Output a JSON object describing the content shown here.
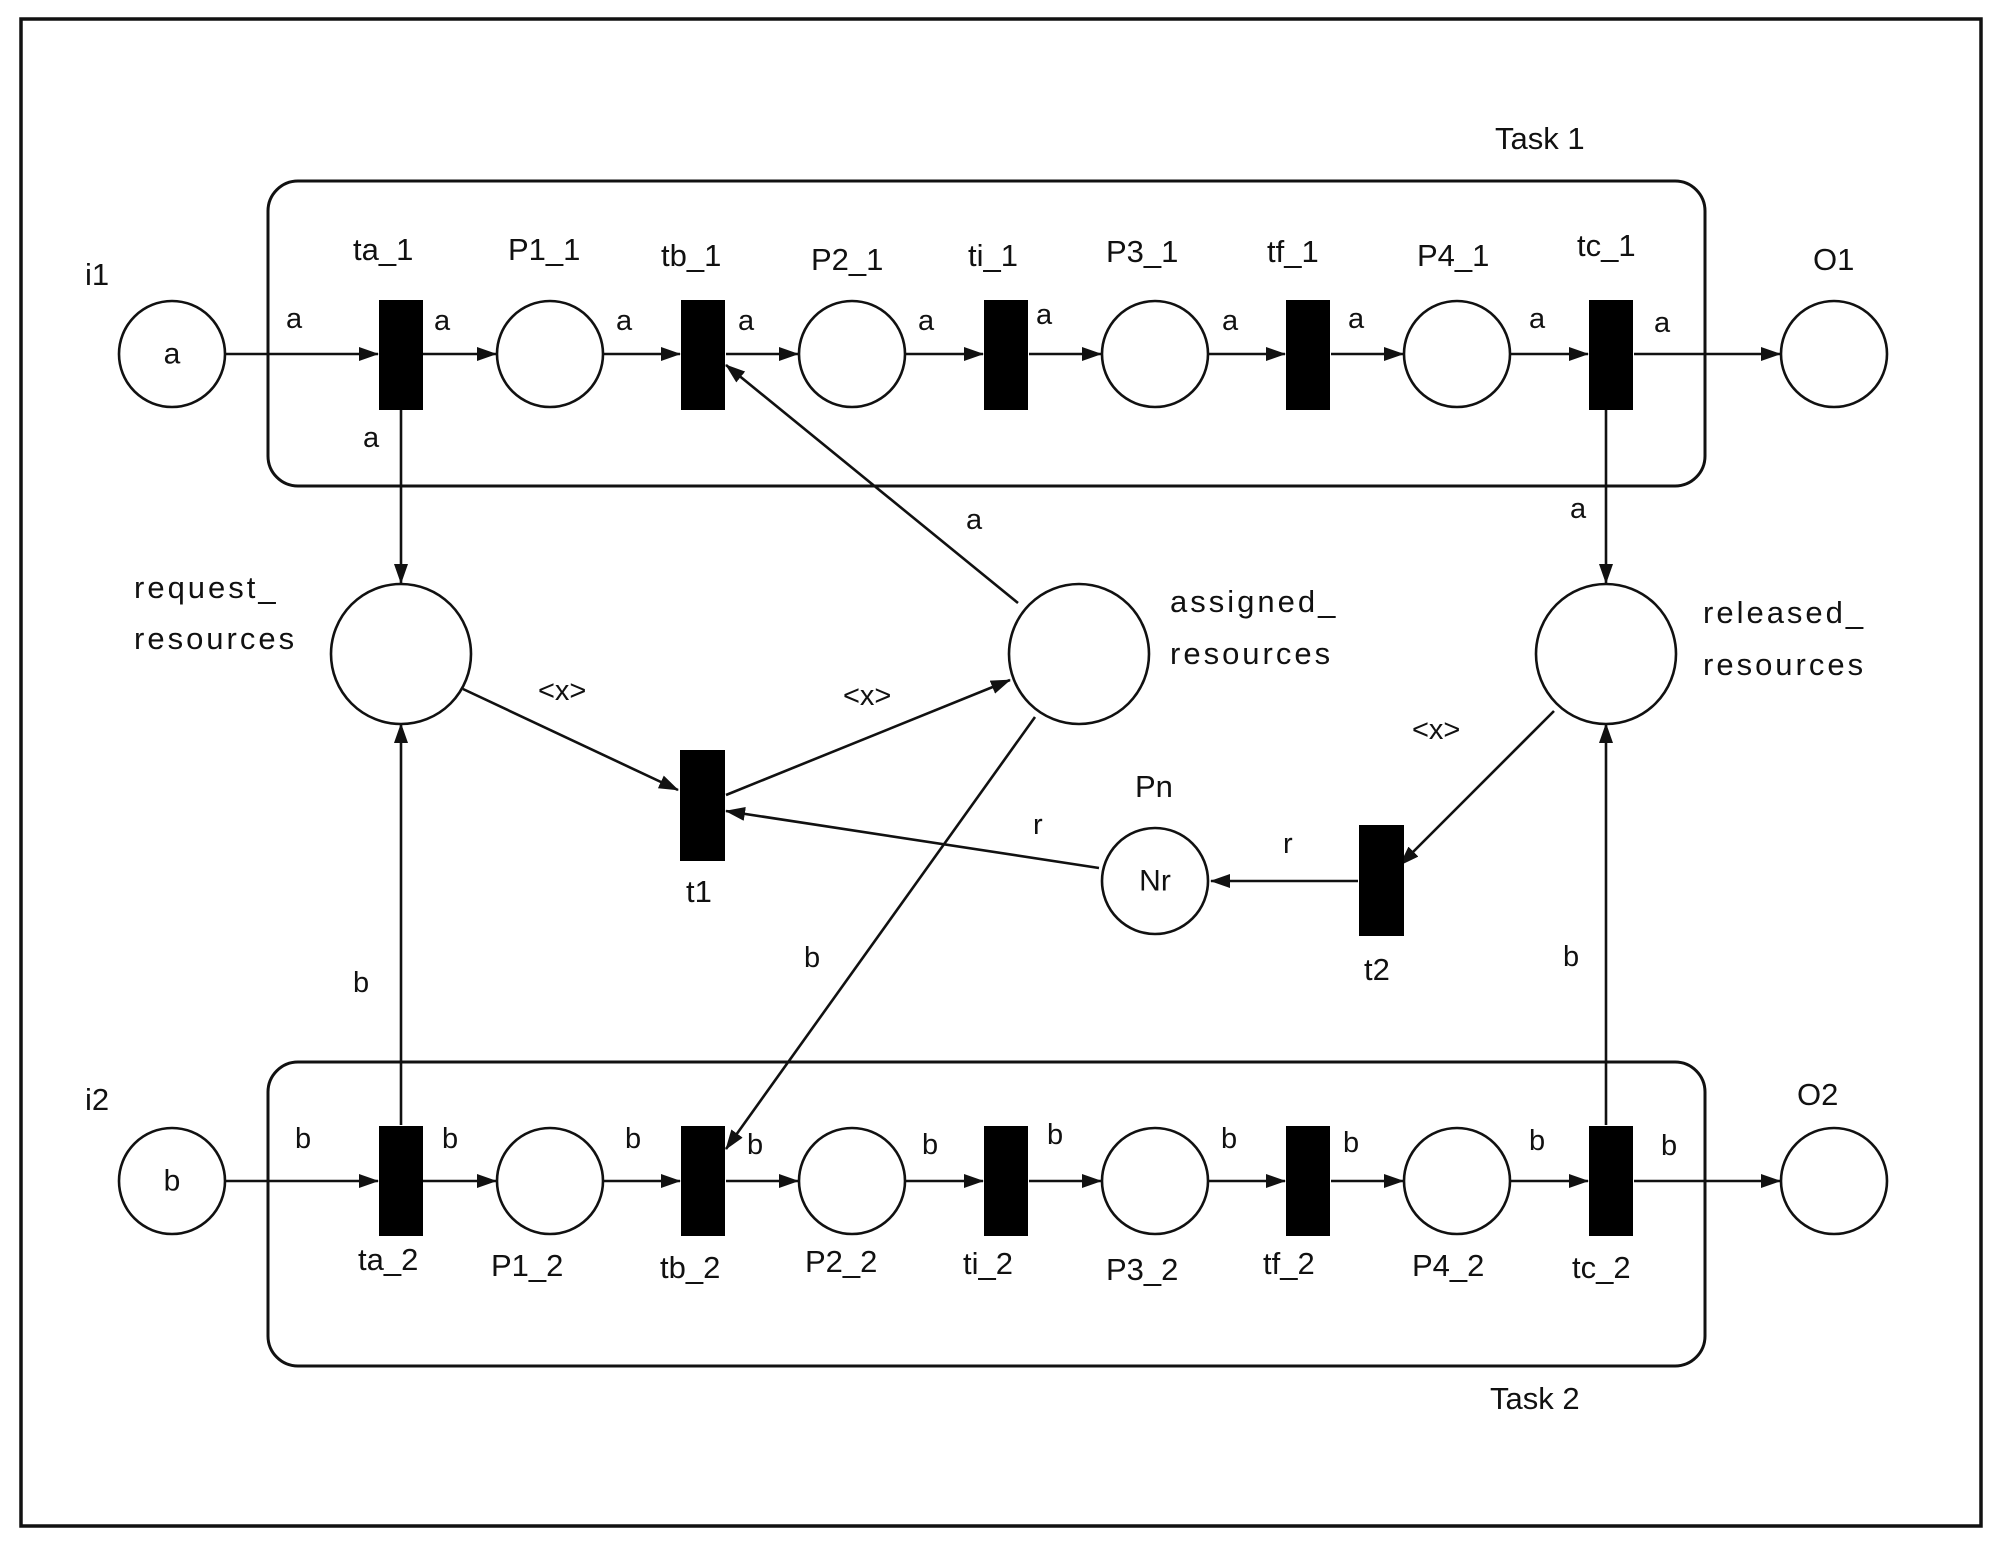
{
  "task1": {
    "label": "Task 1"
  },
  "task2": {
    "label": "Task 2"
  },
  "places": {
    "i1": {
      "label": "i1",
      "token": "a"
    },
    "p1_1": {
      "label": "P1_1"
    },
    "p2_1": {
      "label": "P2_1"
    },
    "p3_1": {
      "label": "P3_1"
    },
    "p4_1": {
      "label": "P4_1"
    },
    "o1": {
      "label": "O1"
    },
    "i2": {
      "label": "i2",
      "token": "b"
    },
    "p1_2": {
      "label": "P1_2"
    },
    "p2_2": {
      "label": "P2_2"
    },
    "p3_2": {
      "label": "P3_2"
    },
    "p4_2": {
      "label": "P4_2"
    },
    "o2": {
      "label": "O2"
    },
    "request": {
      "label1": "request_",
      "label2": "resources"
    },
    "assigned": {
      "label1": "assigned_",
      "label2": "resources"
    },
    "released": {
      "label1": "released_",
      "label2": "resources"
    },
    "pn": {
      "label": "Pn",
      "token": "Nr"
    }
  },
  "transitions": {
    "ta_1": "ta_1",
    "tb_1": "tb_1",
    "ti_1": "ti_1",
    "tf_1": "tf_1",
    "tc_1": "tc_1",
    "ta_2": "ta_2",
    "tb_2": "tb_2",
    "ti_2": "ti_2",
    "tf_2": "tf_2",
    "tc_2": "tc_2",
    "t1": "t1",
    "t2": "t2"
  },
  "arc_labels": {
    "a": "a",
    "b": "b",
    "x": "<x>",
    "r": "r"
  }
}
